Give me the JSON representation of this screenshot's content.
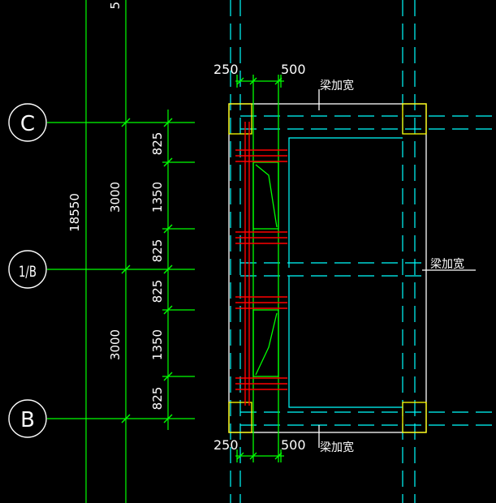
{
  "axes": [
    {
      "id": "c",
      "label": "C"
    },
    {
      "id": "1b",
      "label": "1/B"
    },
    {
      "id": "b",
      "label": "B"
    }
  ],
  "dimensions": {
    "total": "18550",
    "bay_upper": "3000",
    "bay_lower": "3000",
    "segments_upper": [
      "825",
      "1350",
      "825"
    ],
    "segments_lower": [
      "825",
      "1350",
      "825"
    ],
    "top_left": "250",
    "top_right": "500",
    "bottom_left": "250",
    "bottom_right": "500",
    "top_edge": "5"
  },
  "notes": {
    "beam_widen_top": "梁加宽",
    "beam_widen_right": "梁加宽",
    "beam_widen_bottom": "梁加宽"
  },
  "colors": {
    "background": "#000000",
    "axis_line": "#00ff00",
    "dimension_line": "#00ff00",
    "grid_dash": "#00ffff",
    "beam_outline": "#ffffff",
    "column": "#ffff00",
    "rebar": "#ff0000",
    "text": "#ffffff"
  }
}
